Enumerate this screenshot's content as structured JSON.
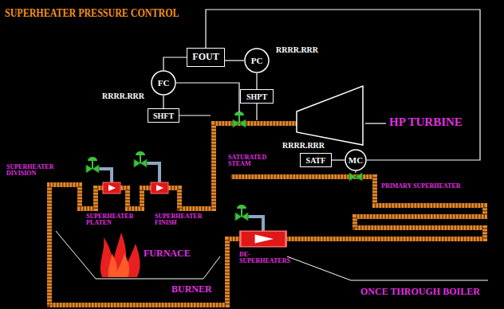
{
  "diagram": {
    "title": "SUPERHEATER PRESSURE CONTROL",
    "nodes": [
      {
        "text": [
          "FOUT"
        ]
      },
      {
        "text": [
          "PC"
        ]
      },
      {
        "text": [
          "FC"
        ]
      },
      {
        "text": [
          "SHFT"
        ]
      },
      {
        "text": [
          "SHPT"
        ]
      },
      {
        "text": [
          "SATF"
        ]
      },
      {
        "text": [
          "MC"
        ]
      }
    ],
    "edges": [
      {
        "from": 2,
        "to": 0,
        "arrow": "none"
      },
      {
        "from": 1,
        "to": 0,
        "arrow": "none"
      },
      {
        "from": 3,
        "to": 2,
        "arrow": "none"
      },
      {
        "from": 4,
        "to": 1,
        "arrow": "none"
      },
      {
        "from": 5,
        "to": 6,
        "arrow": "none"
      },
      {
        "from": 0,
        "to": 6,
        "arrow": "none"
      }
    ],
    "labels": [
      "RRRR.RRR",
      "RRRR.RRR",
      "RRRR.RRR",
      "HP TURBINE",
      "SATURATED STEAM",
      "SUPERHEATER DIVISION",
      "SUPERHEATER PLATEN",
      "SUPERHEATER FINISH",
      "PRIMARY SUPERHEATER",
      "FURNACE",
      "DE-SUPERHEATERS",
      "BURNER",
      "ONCE THROUGH BOILER"
    ]
  }
}
